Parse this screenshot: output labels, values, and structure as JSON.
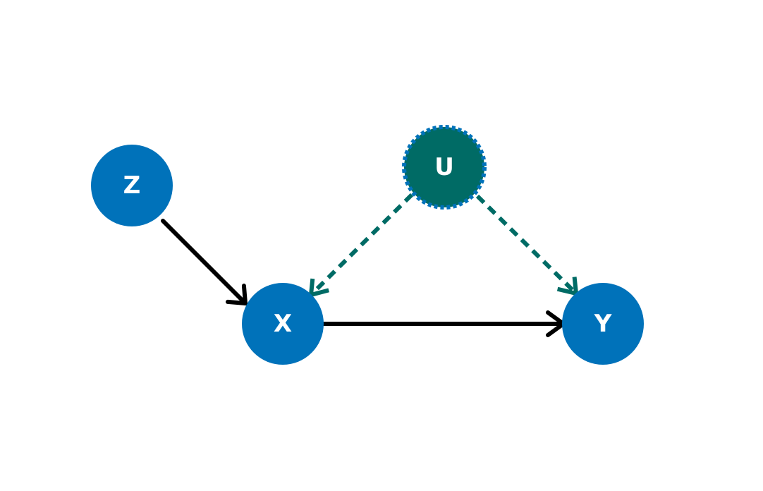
{
  "colors": {
    "background": "#ffffff",
    "observed_node": "#0072BA",
    "latent_node": "#006B65",
    "latent_border": "#0072BA",
    "directed_edge": "#000000",
    "confounding_edge": "#006B65",
    "label": "#ffffff"
  },
  "nodes": {
    "z": {
      "label": "Z"
    },
    "x": {
      "label": "X"
    },
    "y": {
      "label": "Y"
    },
    "u": {
      "label": "U"
    }
  },
  "edges": [
    {
      "from": "Z",
      "to": "X"
    },
    {
      "from": "X",
      "to": "Y"
    },
    {
      "from": "U",
      "to": "X"
    },
    {
      "from": "U",
      "to": "Y"
    }
  ]
}
